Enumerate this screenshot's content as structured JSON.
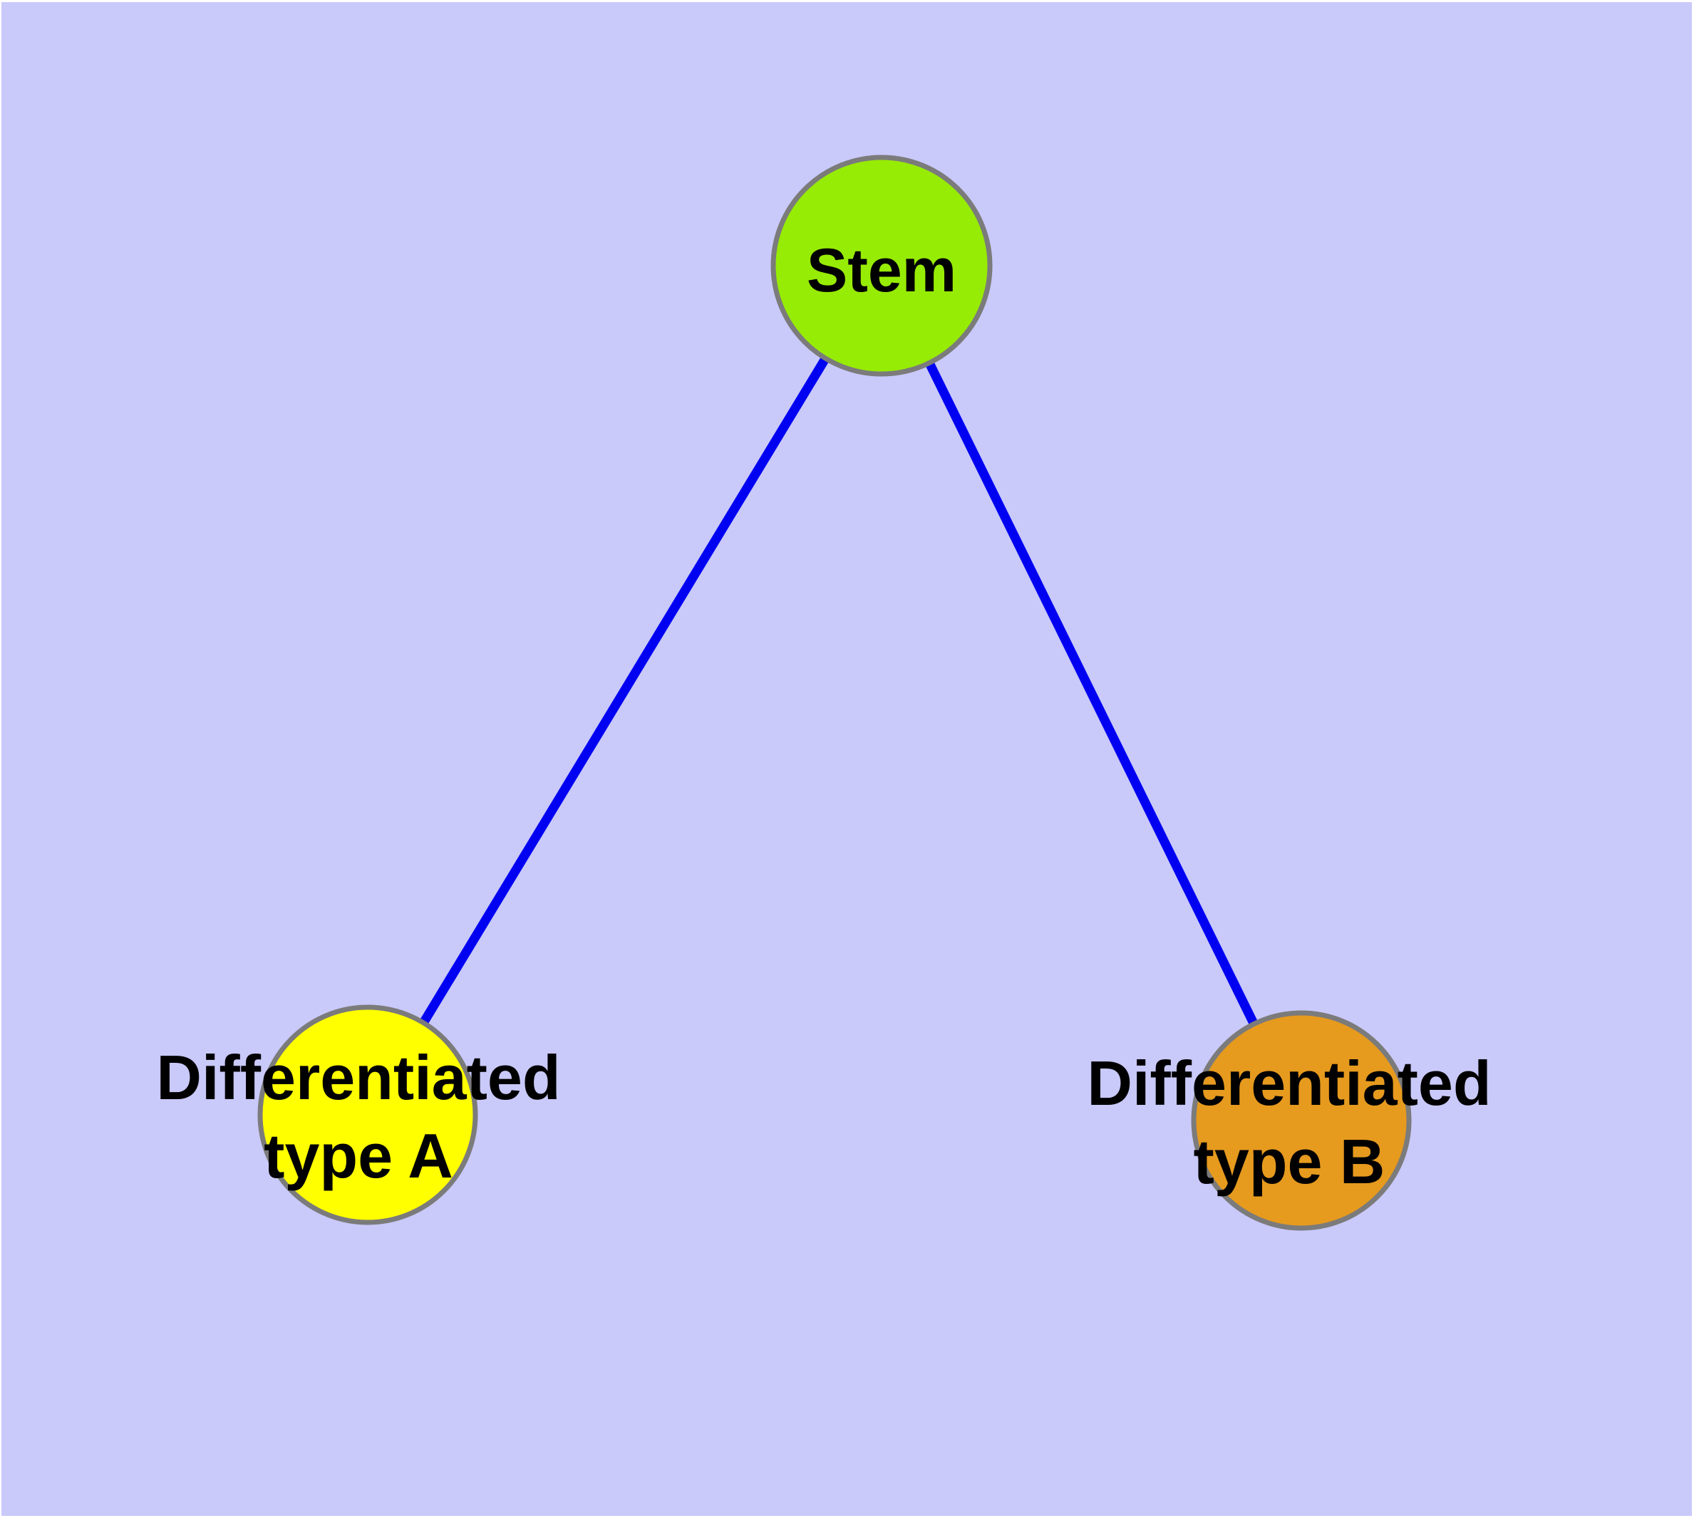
{
  "diagram": {
    "background_color": "#C9C9FA",
    "frame_color": "#FFFFFF",
    "edge_color": "#0101F2",
    "node_border_color": "#7B7B7B",
    "nodes": [
      {
        "id": "stem",
        "label": "Stem",
        "fill": "#97EC05"
      },
      {
        "id": "differentiated-type-a",
        "label_line1": "Differentiated",
        "label_line2": "type A",
        "fill": "#FFFF00"
      },
      {
        "id": "differentiated-type-b",
        "label_line1": "Differentiated",
        "label_line2": "type B",
        "fill": "#E69A1E"
      }
    ],
    "edges": [
      {
        "from": "stem",
        "to": "differentiated-type-a"
      },
      {
        "from": "stem",
        "to": "differentiated-type-b"
      }
    ]
  }
}
